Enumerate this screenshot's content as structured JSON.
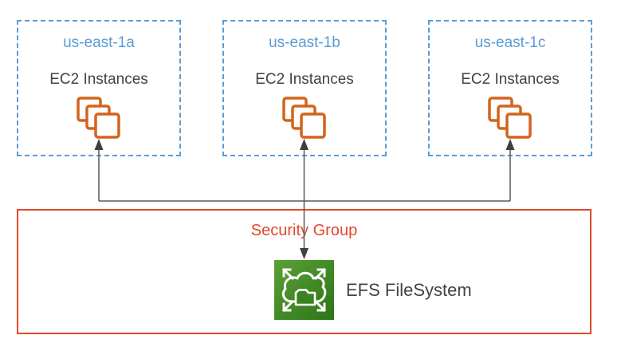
{
  "colors": {
    "zone_blue": "#5B9BD5",
    "text_dark": "#3F4447",
    "ec2_orange": "#D2641C",
    "security_red": "#E3492C",
    "connector_gray": "#595959",
    "arrowhead_dark": "#3F3F3F",
    "efs_green_light": "#5AA136",
    "efs_green_dark": "#2D7418",
    "efs_folder_green": "#38831F"
  },
  "zones": [
    {
      "name": "us-east-1a",
      "label": "EC2 Instances"
    },
    {
      "name": "us-east-1b",
      "label": "EC2 Instances"
    },
    {
      "name": "us-east-1c",
      "label": "EC2 Instances"
    }
  ],
  "security_group": {
    "label": "Security Group"
  },
  "efs": {
    "label": "EFS FileSystem"
  },
  "icons": {
    "ec2": "ec2-instances-stack-icon",
    "efs": "efs-filesystem-icon",
    "connectors": "bidirectional-arrow-connectors"
  }
}
